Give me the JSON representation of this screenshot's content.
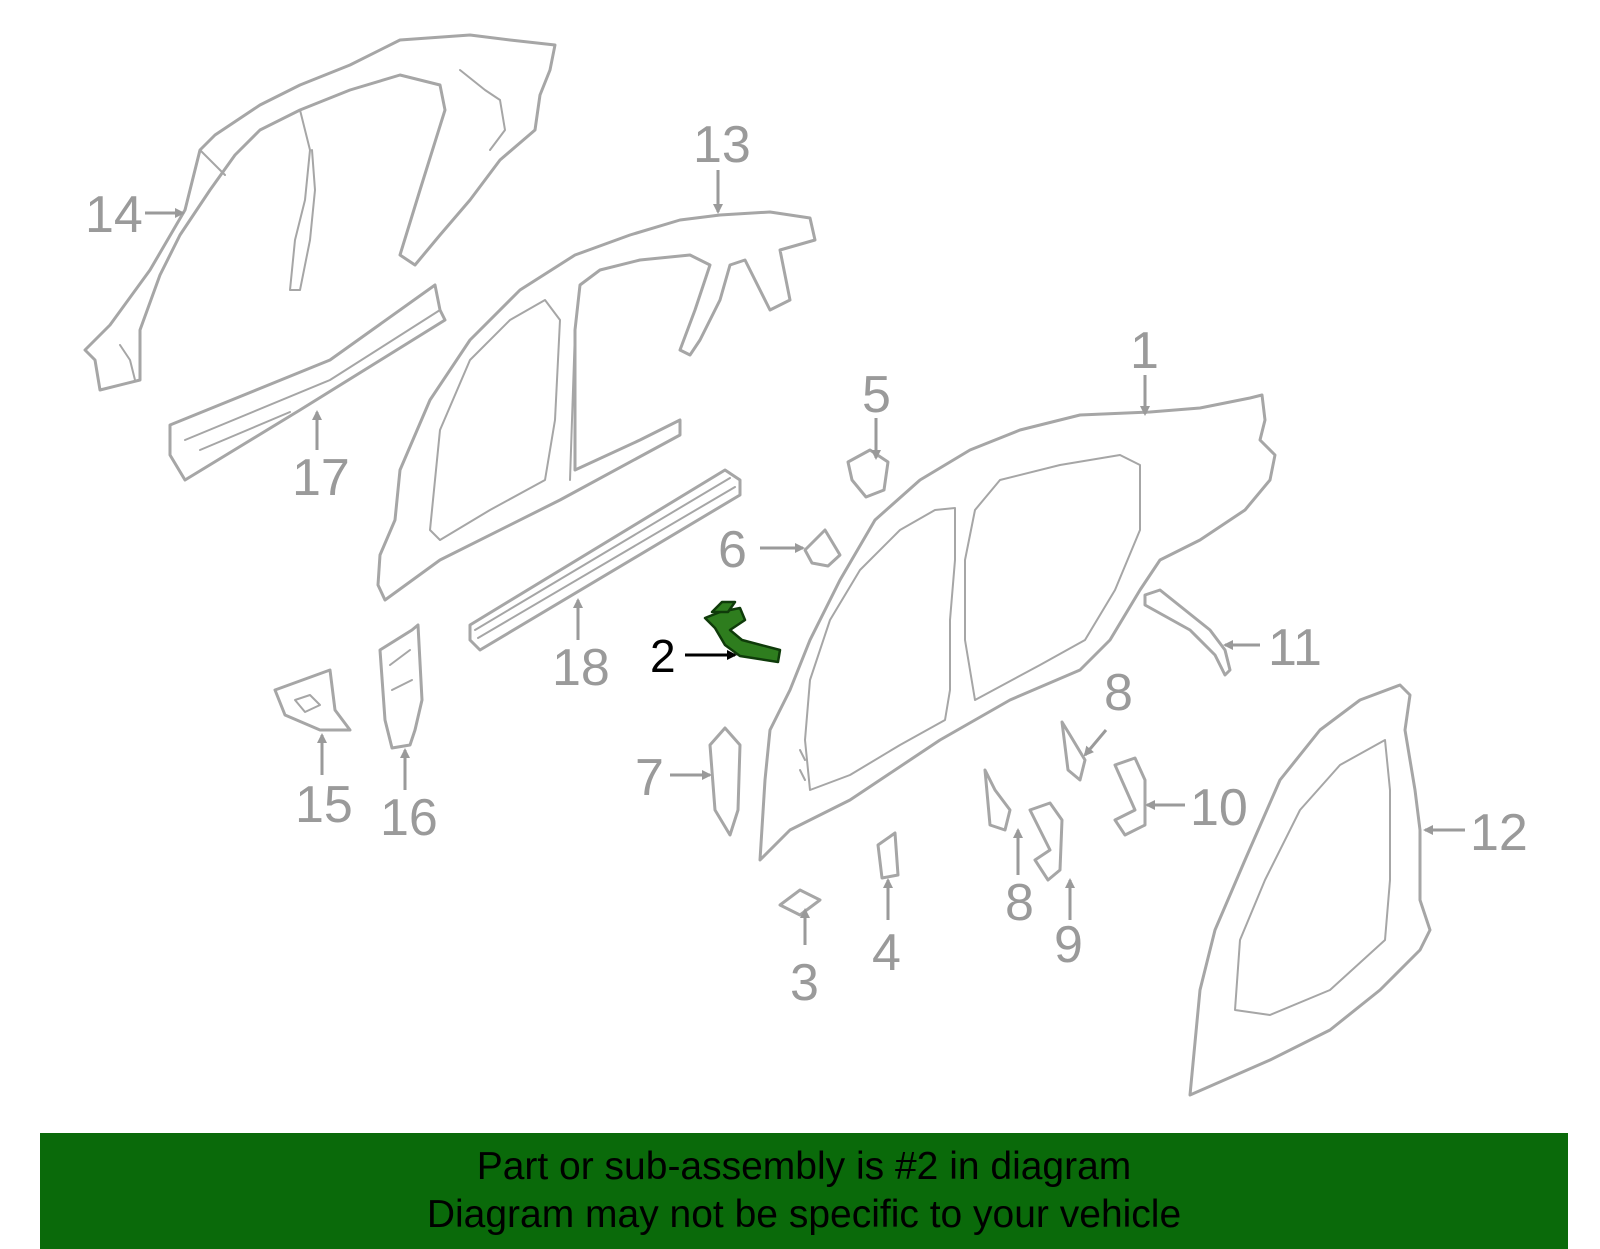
{
  "colors": {
    "highlight": "#2e7d1e",
    "part_line": "#a6a6a6",
    "label": "#9a9a9a",
    "banner": "#0a6a0a"
  },
  "callouts": {
    "c1": "1",
    "c2": "2",
    "c3": "3",
    "c4": "4",
    "c5": "5",
    "c6": "6",
    "c7": "7",
    "c8a": "8",
    "c8b": "8",
    "c9": "9",
    "c10": "10",
    "c11": "11",
    "c12": "12",
    "c13": "13",
    "c14": "14",
    "c15": "15",
    "c16": "16",
    "c17": "17",
    "c18": "18"
  },
  "highlighted_part": "2",
  "banner": {
    "line1": "Part or sub-assembly is #2 in diagram",
    "line2": "Diagram may not be specific to your vehicle"
  }
}
